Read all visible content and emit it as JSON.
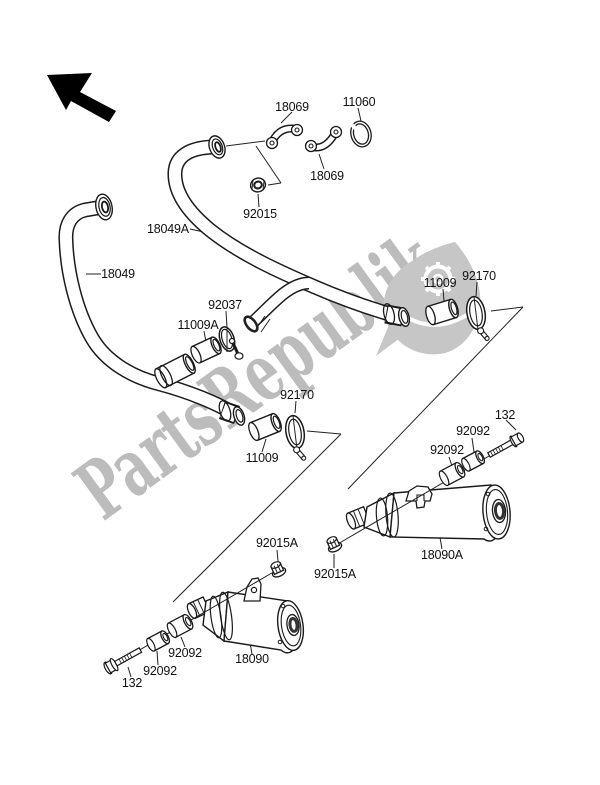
{
  "diagram": {
    "type": "exploded-parts-diagram",
    "subject": "motorcycle-muffler-assembly",
    "background_color": "#ffffff",
    "line_color": "#1a1a1a",
    "watermark": {
      "text": "PartsRepublik",
      "color": "#bcbcbc",
      "logo": "gear-wing-icon"
    },
    "labels": {
      "l18069_top": "18069",
      "l11060": "11060",
      "l18069_bottom": "18069",
      "l92015": "92015",
      "l18049a": "18049A",
      "l18049": "18049",
      "l92037": "92037",
      "l11009a": "11009A",
      "l11009_right": "11009",
      "l92170_right": "92170",
      "l92170_left": "92170",
      "l11009_left": "11009",
      "l132_right": "132",
      "l92092_r_upper": "92092",
      "l92092_r_lower": "92092",
      "l18090a": "18090A",
      "l92015a_left": "92015A",
      "l92015a_right": "92015A",
      "l18090": "18090",
      "l92092_l_upper": "92092",
      "l92092_l_lower": "92092",
      "l132_left": "132"
    }
  }
}
